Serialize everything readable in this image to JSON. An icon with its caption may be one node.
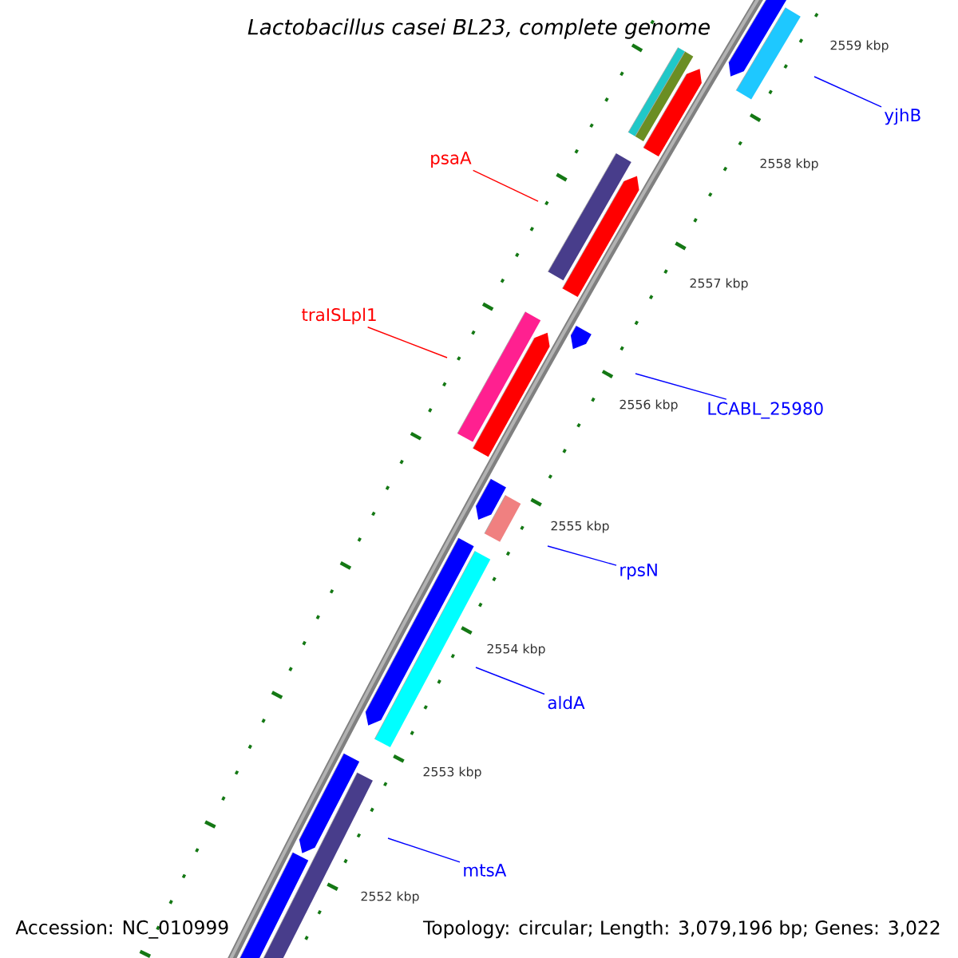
{
  "diagram": {
    "title": "Lactobacillus casei BL23, complete genome",
    "nodes": [
      {
        "text": [
          "yjhB"
        ]
      },
      {
        "text": [
          "psaA"
        ]
      },
      {
        "text": [
          "traISLpl1"
        ]
      },
      {
        "text": [
          "LCABL_25980"
        ]
      },
      {
        "text": [
          "rpsN"
        ]
      },
      {
        "text": [
          "aldA"
        ]
      },
      {
        "text": [
          "mtsA"
        ]
      }
    ],
    "edges": [
      {
        "from": 0,
        "to": null,
        "arrow": "none"
      },
      {
        "from": 1,
        "to": null,
        "arrow": "none",
        "color": "#ff0000"
      },
      {
        "from": 2,
        "to": null,
        "arrow": "none",
        "color": "#ff0000"
      },
      {
        "from": 3,
        "to": null,
        "arrow": "none"
      },
      {
        "from": 4,
        "to": null,
        "arrow": "none"
      },
      {
        "from": 5,
        "to": null,
        "arrow": "none"
      },
      {
        "from": 6,
        "to": null,
        "arrow": "none"
      }
    ],
    "labels": [
      "2559 kbp",
      "2558 kbp",
      "2557 kbp",
      "2556 kbp",
      "2555 kbp",
      "2554 kbp",
      "2553 kbp",
      "2552 kbp",
      "Accession: NC_010999",
      "Topology: circular; Length: 3,079,196 bp; Genes: 3,022"
    ]
  }
}
